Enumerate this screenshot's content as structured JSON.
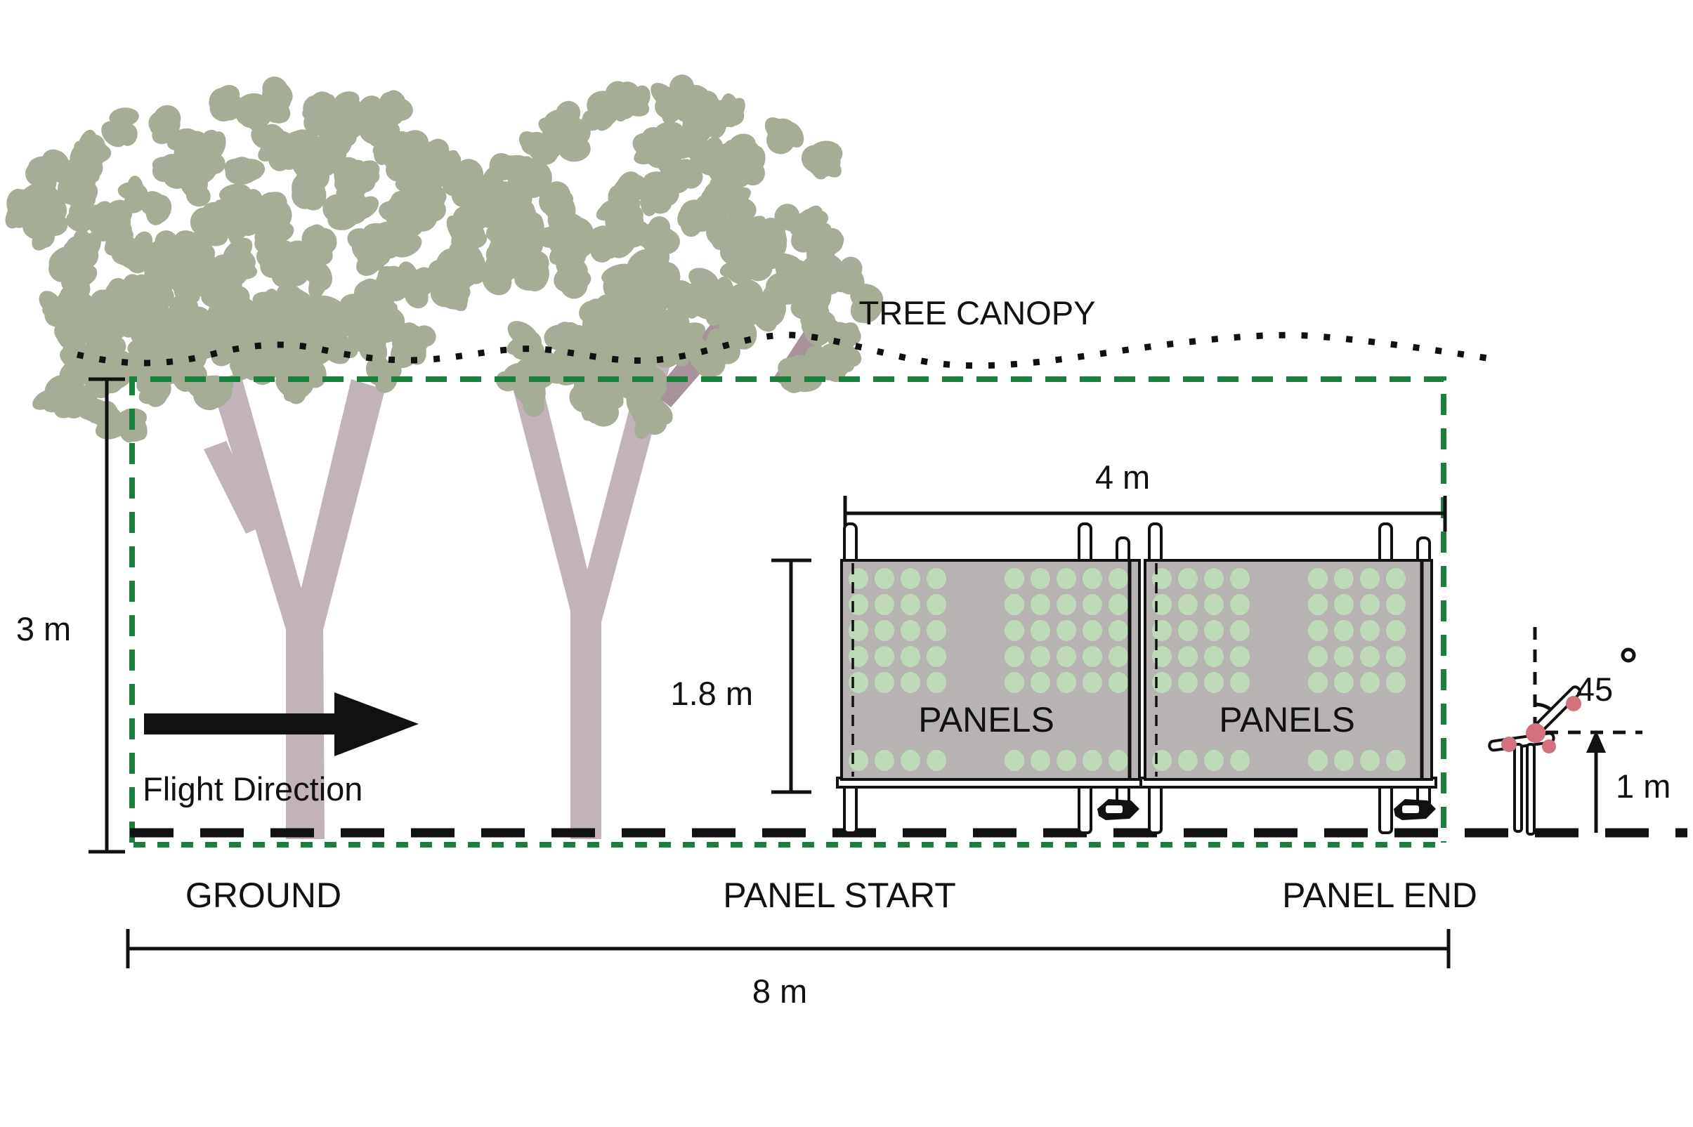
{
  "labels": {
    "tree_canopy": "TREE CANOPY",
    "flight_direction": "Flight Direction",
    "ground": "GROUND",
    "panel_start": "PANEL START",
    "panel_end": "PANEL END",
    "panels_left": "PANELS",
    "panels_right": "PANELS"
  },
  "dimensions": {
    "corridor_height": "3 m",
    "corridor_length": "8 m",
    "panel_array_width": "4 m",
    "panel_height": "1.8 m",
    "sensor_height": "1 m",
    "camera_angle": "45",
    "camera_angle_unit": "°"
  },
  "colors": {
    "boundary_green": "#1b7f3e",
    "foliage": "#a6ad97",
    "trunk": "#c2b3ba",
    "trunk_dark": "#a8929c",
    "panel_gray": "#b7b3b3",
    "panel_dot_green": "#bfdab8",
    "rotor_pink": "#d4717f",
    "ink": "#111111"
  }
}
